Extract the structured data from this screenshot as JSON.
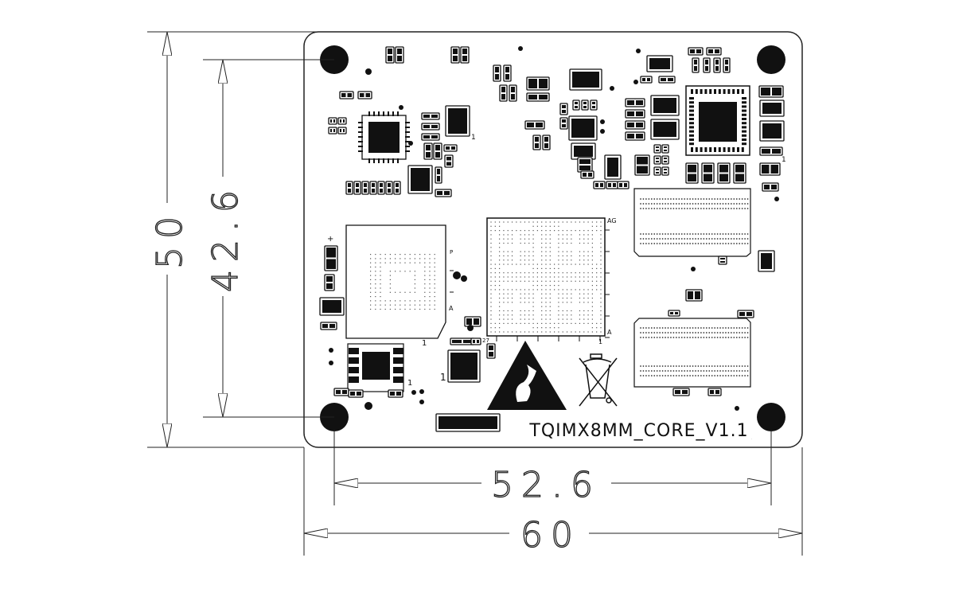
{
  "drawing": {
    "board_label": "TQIMX8MM_CORE_V1.1",
    "dimensions": {
      "board_height": "50",
      "hole_spacing_vertical": "42.6",
      "hole_spacing_horizontal": "52.6",
      "board_width": "60"
    },
    "bga_labels": {
      "top_row": "AG",
      "bottom_row": "A",
      "column_start": "1",
      "column_end": "27"
    },
    "memory_labels": {
      "top_row": "P",
      "bottom_row": "A",
      "pin_one": "1"
    },
    "polarity_mark": "+",
    "pin_one_marks": [
      "1",
      "1",
      "1",
      "1",
      "1"
    ],
    "colors": {
      "line": "#111111",
      "background": "#ffffff"
    }
  }
}
